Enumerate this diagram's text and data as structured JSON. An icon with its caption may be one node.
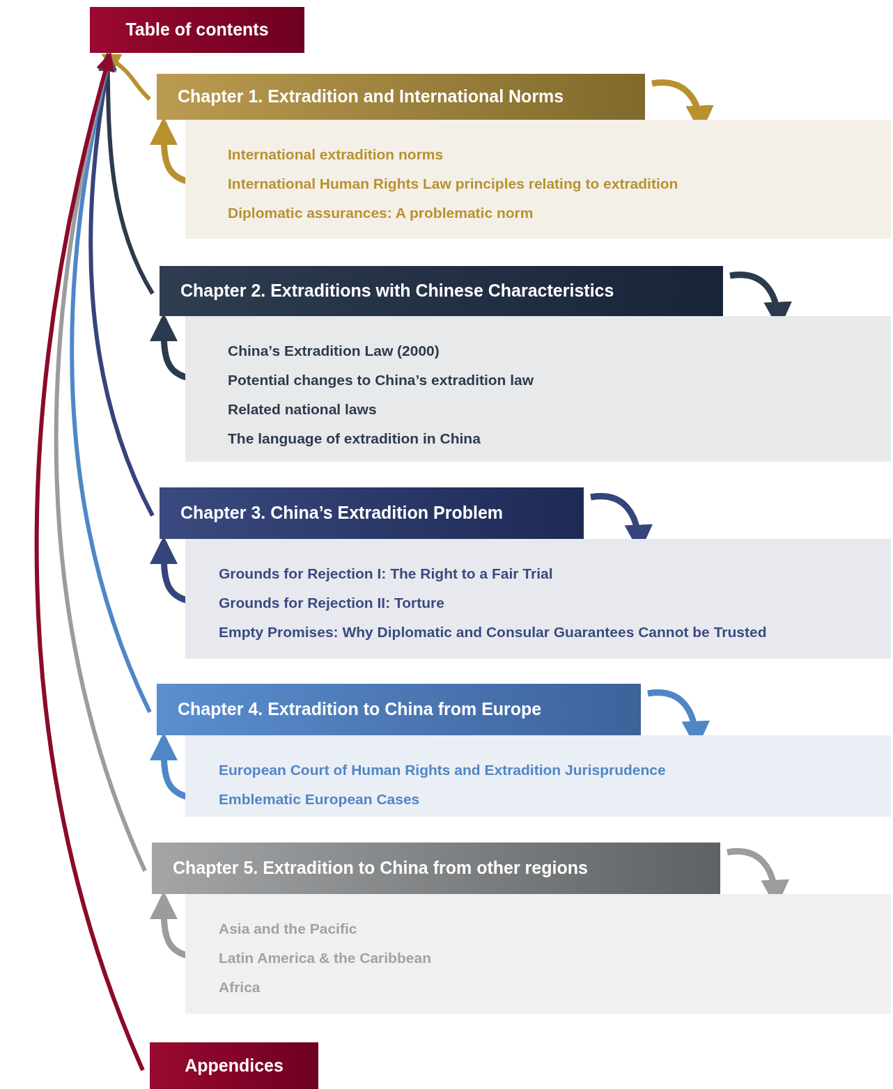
{
  "diagram": {
    "nodes": [
      {
        "text": [
          "Table of contents"
        ]
      },
      {
        "text": [
          "Chapter 1. Extradition and International Norms"
        ]
      },
      {
        "text": [
          "International extradition norms",
          "International Human Rights Law principles relating to extradition",
          "Diplomatic assurances: A problematic norm"
        ]
      },
      {
        "text": [
          "Chapter 2. Extraditions with Chinese Characteristics"
        ]
      },
      {
        "text": [
          "China’s Extradition Law (2000)",
          "Potential changes to China’s extradition law",
          "Related national laws",
          "The language of extradition in China"
        ]
      },
      {
        "text": [
          "Chapter 3. China’s Extradition Problem"
        ]
      },
      {
        "text": [
          "Grounds for Rejection I: The Right to a Fair Trial",
          "Grounds for Rejection II: Torture",
          "Empty Promises: Why Diplomatic and Consular Guarantees Cannot be Trusted"
        ]
      },
      {
        "text": [
          "Chapter 4. Extradition to China from Europe"
        ]
      },
      {
        "text": [
          "European Court of Human Rights and Extradition Jurisprudence",
          "Emblematic European Cases"
        ]
      },
      {
        "text": [
          "Chapter 5. Extradition to China from other regions"
        ]
      },
      {
        "text": [
          "Asia and the Pacific",
          "Latin America & the Caribbean",
          "Africa"
        ]
      },
      {
        "text": [
          "Appendices"
        ]
      }
    ],
    "edges": [
      {
        "from": 1,
        "to": 0,
        "arrow": "to",
        "color": "#b8912f"
      },
      {
        "from": 1,
        "to": 2,
        "arrow": "to",
        "color": "#b8912f"
      },
      {
        "from": 2,
        "to": 1,
        "arrow": "to",
        "color": "#b8912f"
      },
      {
        "from": 3,
        "to": 0,
        "arrow": "to",
        "color": "#2c3a4d"
      },
      {
        "from": 3,
        "to": 4,
        "arrow": "to",
        "color": "#2c3a4d"
      },
      {
        "from": 4,
        "to": 3,
        "arrow": "to",
        "color": "#2c3a4d"
      },
      {
        "from": 5,
        "to": 0,
        "arrow": "to",
        "color": "#35447a"
      },
      {
        "from": 5,
        "to": 6,
        "arrow": "to",
        "color": "#35447a"
      },
      {
        "from": 6,
        "to": 5,
        "arrow": "to",
        "color": "#35447a"
      },
      {
        "from": 7,
        "to": 0,
        "arrow": "to",
        "color": "#4f86c6"
      },
      {
        "from": 7,
        "to": 8,
        "arrow": "to",
        "color": "#4f86c6"
      },
      {
        "from": 8,
        "to": 7,
        "arrow": "to",
        "color": "#4f86c6"
      },
      {
        "from": 9,
        "to": 0,
        "arrow": "to",
        "color": "#9a9c9e"
      },
      {
        "from": 9,
        "to": 10,
        "arrow": "to",
        "color": "#9a9c9e"
      },
      {
        "from": 10,
        "to": 9,
        "arrow": "to",
        "color": "#9a9c9e"
      },
      {
        "from": 11,
        "to": 0,
        "arrow": "to",
        "color": "#8b0a2a"
      }
    ]
  }
}
